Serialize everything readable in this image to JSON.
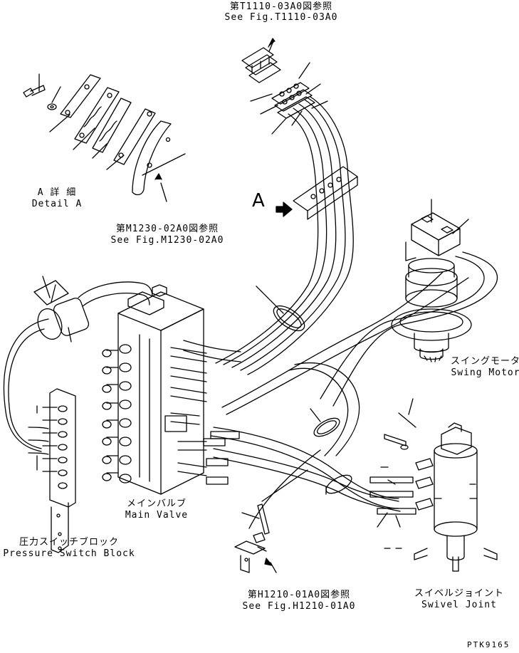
{
  "refs": {
    "top": {
      "jp": "第T1110-03A0図参照",
      "en": "See Fig.T1110-03A0"
    },
    "mid": {
      "jp": "第M1230-02A0図参照",
      "en": "See Fig.M1230-02A0"
    },
    "bottom": {
      "jp": "第H1210-01A0図参照",
      "en": "See Fig.H1210-01A0"
    }
  },
  "detail": {
    "jp": "A 詳 細",
    "en": "Detail A"
  },
  "view_marker": "A",
  "components": {
    "swing_motor": {
      "jp": "スイングモータ",
      "en": "Swing Motor"
    },
    "main_valve": {
      "jp": "メインバルブ",
      "en": "Main Valve"
    },
    "pressure_switch_block": {
      "jp": "圧力スイッチブロック",
      "en": "Pressure Switch Block"
    },
    "swivel_joint": {
      "jp": "スイベルジョイント",
      "en": "Swivel Joint"
    }
  },
  "drawing_code": "PTK9165"
}
